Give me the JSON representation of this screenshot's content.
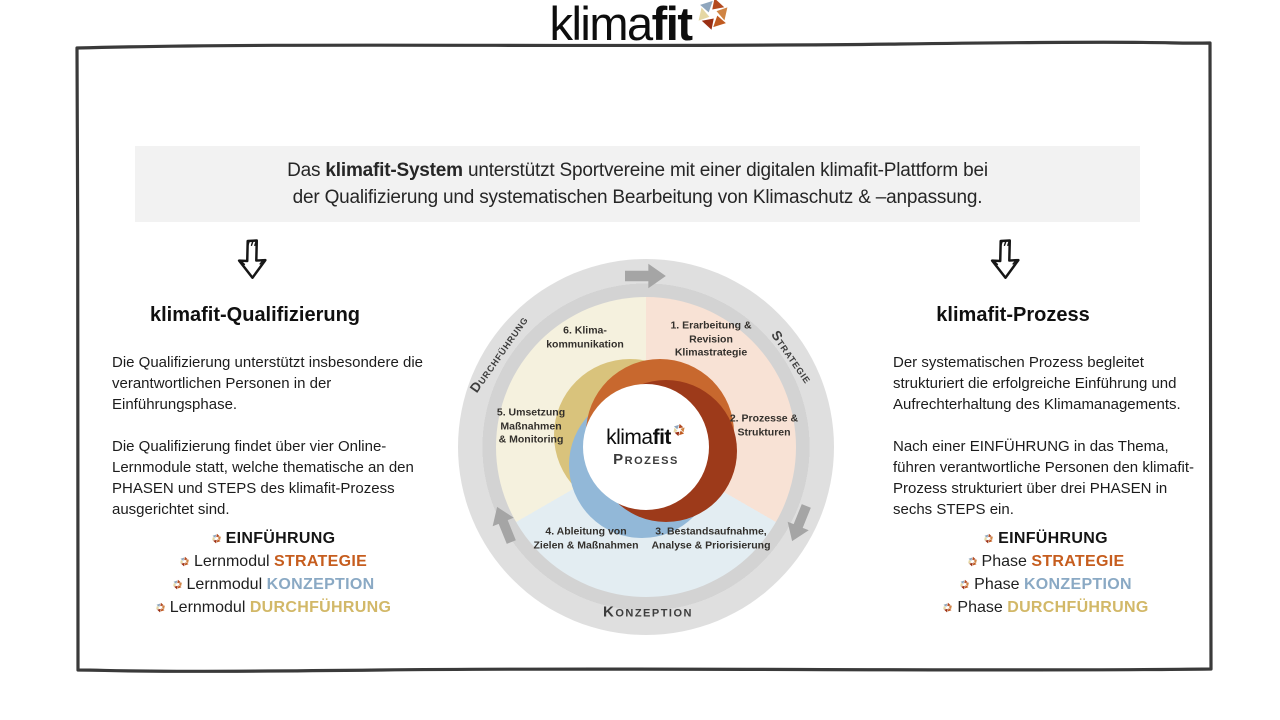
{
  "page": {
    "background": "#ffffff",
    "border_color": "#3a3a3a"
  },
  "logo": {
    "brand_regular": "klima",
    "brand_bold": "fit"
  },
  "banner": {
    "background": "#f2f2f2",
    "line1_pre": "Das ",
    "line1_bold": "klimafit-System",
    "line1_rest": " unterstützt Sportvereine mit einer digitalen klimafit-Plattform bei",
    "line2": "der Qualifizierung und systematischen Bearbeitung von Klimaschutz & –anpassung."
  },
  "left_column": {
    "heading": "klimafit-Qualifizierung",
    "paragraph1": "Die Qualifizierung unterstützt insbesondere die verantwortlichen Personen in der Einführungsphase.",
    "paragraph2": "Die Qualifizierung findet über vier Online-Lernmodule statt, welche thematische an den PHASEN und STEPS des klimafit-Prozess ausgerichtet sind.",
    "list": [
      {
        "prefix": "",
        "highlight": "EINFÜHRUNG"
      },
      {
        "prefix": "Lernmodul ",
        "highlight": "STRATEGIE"
      },
      {
        "prefix": "Lernmodul ",
        "highlight": "KONZEPTION"
      },
      {
        "prefix": "Lernmodul ",
        "highlight": "DURCHFÜHRUNG"
      }
    ]
  },
  "right_column": {
    "heading": "klimafit-Prozess",
    "paragraph1": "Der systematischen Prozess begleitet strukturiert die erfolgreiche Einführung und Aufrechterhaltung des Klimamanagements.",
    "paragraph2": "Nach einer EINFÜHRUNG in das Thema, führen verantwortliche Personen den klimafit-Prozess strukturiert über drei PHASEN in sechs STEPS ein.",
    "list": [
      {
        "prefix": "",
        "highlight": "EINFÜHRUNG"
      },
      {
        "prefix": "Phase ",
        "highlight": "STRATEGIE"
      },
      {
        "prefix": "Phase ",
        "highlight": "KONZEPTION"
      },
      {
        "prefix": "Phase ",
        "highlight": "DURCHFÜHRUNG"
      }
    ]
  },
  "diagram": {
    "phase_labels": {
      "top_left": "Durchführung",
      "top_right": "Strategie",
      "bottom": "Konzeption"
    },
    "center": {
      "brand_regular": "klima",
      "brand_bold": "fit",
      "subtitle": "Prozess"
    },
    "steps": [
      "1. Erarbeitung &\nRevision\nKlimastrategie",
      "2. Prozesse &\nStrukturen",
      "3. Bestandsaufnahme,\nAnalyse & Priorisierung",
      "4. Ableitung von\nZielen & Maßnahmen",
      "5. Umsetzung\nMaßnahmen\n& Monitoring",
      "6. Klima-\nkommunikation"
    ],
    "colors": {
      "ring": "#d7d7d7",
      "segment_strategie": "#f8e2d5",
      "segment_konzeption": "#e3edf2",
      "segment_durchfuehrung": "#f5f1de",
      "petal_tan": "#d9c37c",
      "petal_orange": "#c8682e",
      "petal_darkred": "#9d3a1a",
      "petal_blue": "#92b8d8",
      "flow_arrow": "#a5a5a5"
    }
  },
  "highlight_colors": {
    "strategie": "#c65d1e",
    "konzeption": "#8aa9c4",
    "durchfuehrung": "#d2b868"
  }
}
